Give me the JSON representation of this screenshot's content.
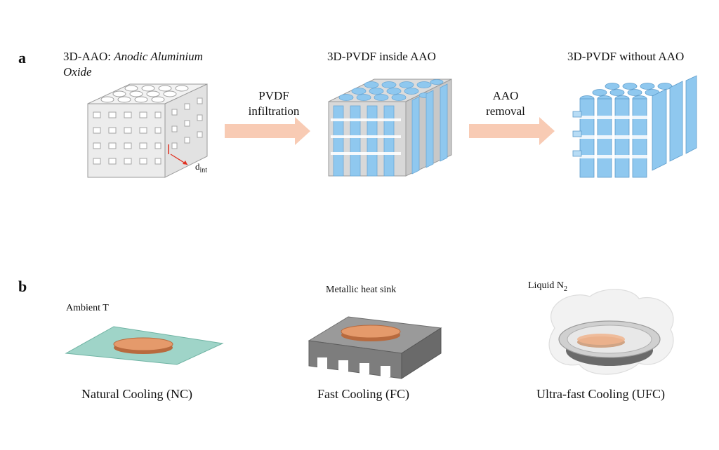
{
  "panel_a": {
    "letter": "a",
    "step1": {
      "title_plain": "3D-AAO: ",
      "title_italic": "Anodic Aluminium",
      "title_italic_2": "Oxide",
      "dim_label": "d",
      "dim_sub": "int"
    },
    "arrow1": {
      "line1": "PVDF",
      "line2": "infiltration"
    },
    "step2": {
      "title": "3D-PVDF inside AAO"
    },
    "arrow2": {
      "line1": "AAO",
      "line2": "removal"
    },
    "step3": {
      "title": "3D-PVDF without AAO"
    }
  },
  "panel_b": {
    "letter": "b",
    "nc": {
      "top_label": "Ambient T",
      "caption": "Natural Cooling (NC)"
    },
    "fc": {
      "top_label": "Metallic heat sink",
      "caption": "Fast Cooling (FC)"
    },
    "ufc": {
      "top_label": "Liquid N",
      "top_sub": "2",
      "caption": "Ultra-fast Cooling (UFC)"
    }
  },
  "colors": {
    "arrow": "#f8cbb4",
    "pvdf_blue": "#8fc8ef",
    "aao_gray": "#d6d6d6",
    "copper": "#d9895a",
    "glass": "#9fd4c8",
    "sink": "#8a8a8a"
  }
}
